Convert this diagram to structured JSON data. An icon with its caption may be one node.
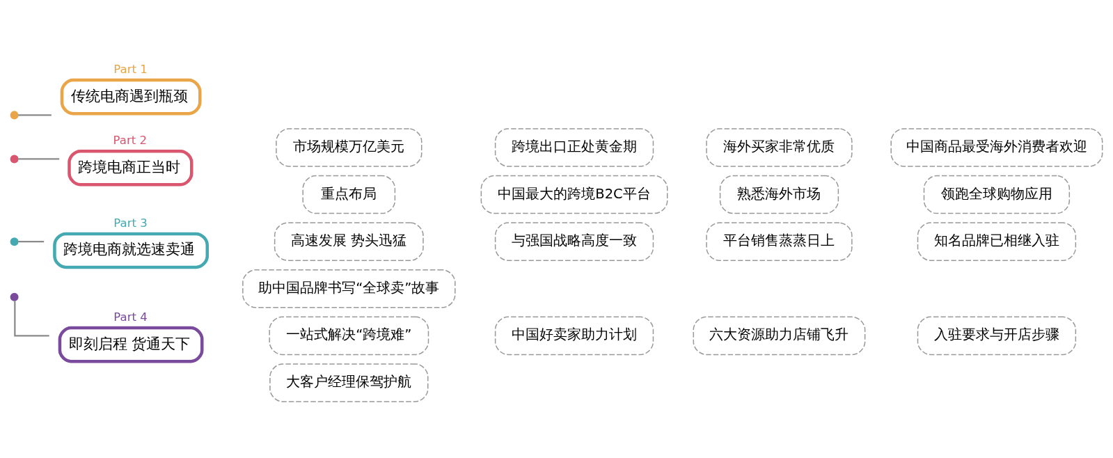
{
  "diagram": {
    "nodes": [
      {
        "text": [],
        "shape": "circle"
      },
      {
        "text": [],
        "shape": "circle"
      },
      {
        "text": [],
        "shape": "circle"
      },
      {
        "text": [],
        "shape": "circle"
      },
      {
        "text": [
          "Part 1",
          "传统电商遇到瓶颈"
        ]
      },
      {
        "text": [
          "Part 2",
          "跨境电商正当时"
        ]
      },
      {
        "text": [
          "市场规模万亿美元"
        ]
      },
      {
        "text": [
          "跨境出口正处黄金期"
        ]
      },
      {
        "text": [
          "海外买家非常优质"
        ]
      },
      {
        "text": [
          "中国商品最受海外消费者欢迎"
        ]
      },
      {
        "text": [
          "Part 3",
          "跨境电商就选速卖通"
        ]
      },
      {
        "text": [
          "重点布局"
        ]
      },
      {
        "text": [
          "中国最大的跨境B2C平台"
        ]
      },
      {
        "text": [
          "熟悉海外市场"
        ]
      },
      {
        "text": [
          "领跑全球购物应用"
        ]
      },
      {
        "text": [
          "高速发展 势头迅猛"
        ]
      },
      {
        "text": [
          "与强国战略高度一致"
        ]
      },
      {
        "text": [
          "平台销售蒸蒸日上"
        ]
      },
      {
        "text": [
          "知名品牌已相继入驻"
        ]
      },
      {
        "text": [
          "助中国品牌书写“全球卖”故事"
        ]
      },
      {
        "text": [
          "Part 4",
          "即刻启程 货通天下"
        ]
      },
      {
        "text": [
          "一站式解决“跨境难”"
        ]
      },
      {
        "text": [
          "中国好卖家助力计划"
        ]
      },
      {
        "text": [
          "六大资源助力店铺飞升"
        ]
      },
      {
        "text": [
          "入驻要求与开店步骤"
        ]
      },
      {
        "text": [
          "大客户经理保驾护航"
        ]
      }
    ],
    "edges": [
      {
        "from": 0,
        "to": 4,
        "arrow": "none"
      },
      {
        "from": 1,
        "to": 5,
        "arrow": "none"
      },
      {
        "from": 2,
        "to": 10,
        "arrow": "none"
      },
      {
        "from": 3,
        "to": 20,
        "arrow": "none"
      }
    ]
  }
}
